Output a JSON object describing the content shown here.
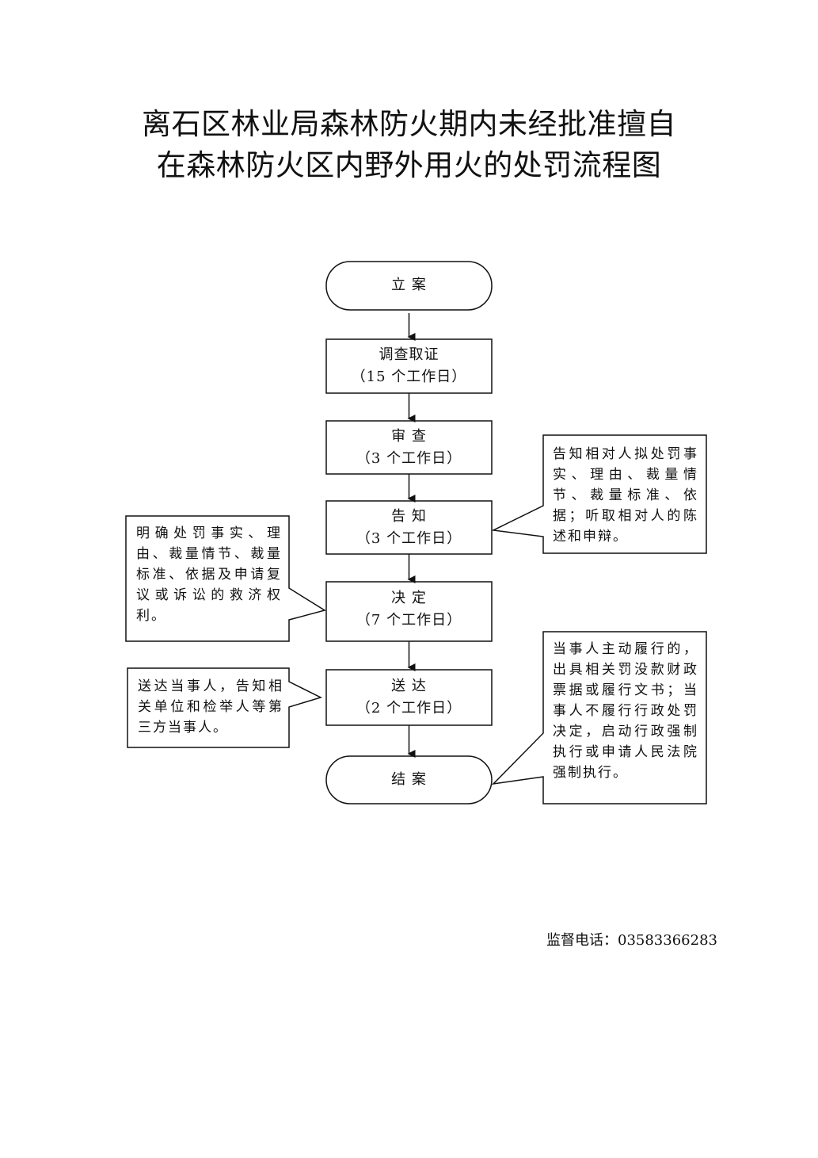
{
  "title": {
    "line1": "离石区林业局森林防火期内未经批准擅自",
    "line2": "在森林防火区内野外用火的处罚流程图"
  },
  "steps": [
    {
      "id": "start",
      "label": "立  案",
      "duration": ""
    },
    {
      "id": "investigate",
      "label": "调查取证",
      "duration": "（15 个工作日）"
    },
    {
      "id": "review",
      "label": "审  查",
      "duration": "（3 个工作日）"
    },
    {
      "id": "notify",
      "label": "告  知",
      "duration": "（3 个工作日）"
    },
    {
      "id": "decide",
      "label": "决  定",
      "duration": "（7 个工作日）"
    },
    {
      "id": "deliver",
      "label": "送  达",
      "duration": "（2 个工作日）"
    },
    {
      "id": "close",
      "label": "结  案",
      "duration": ""
    }
  ],
  "notes": {
    "notify": "告知相对人拟处罚事实、理由、裁量情节、裁量标准、依据；听取相对人的陈述和申辩。",
    "decide": "明确处罚事实、理由、裁量情节、裁量标准、依据及申请复议或诉讼的救济权利。",
    "deliver": "送达当事人，告知相关单位和检举人等第三方当事人。",
    "close": "当事人主动履行的，出具相关罚没款财政票据或履行文书；当事人不履行行政处罚决定，启动行政强制执行或申请人民法院强制执行。"
  },
  "footer": {
    "supervise": "监督电话：03583366283"
  }
}
